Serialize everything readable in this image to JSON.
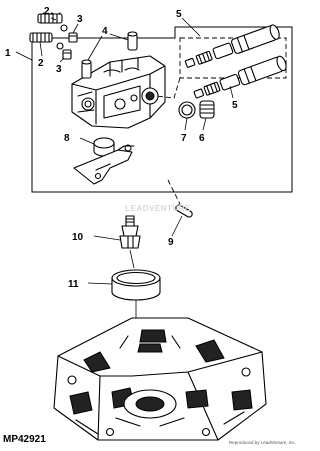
{
  "figure": {
    "code": "MP42921",
    "credit": "Reproduced by LeadVenture, Inc.",
    "watermark": "LEADVENTURE"
  },
  "callouts": {
    "c1": "1",
    "c2a": "2",
    "c2b": "2",
    "c3a": "3",
    "c3b": "3",
    "c4": "4",
    "c5a": "5",
    "c5b": "5",
    "c6": "6",
    "c7": "7",
    "c8": "8",
    "c9": "9",
    "c10": "10",
    "c11": "11"
  }
}
